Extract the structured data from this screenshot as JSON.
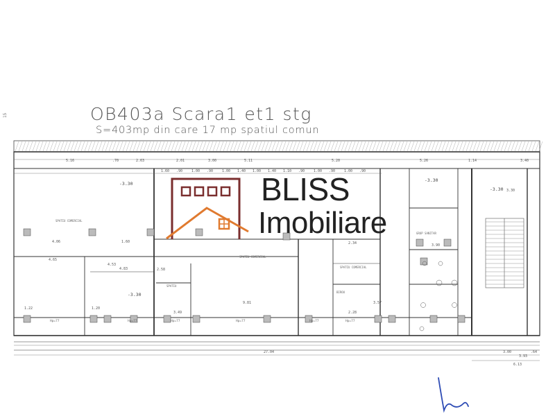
{
  "header": {
    "title": "OB403a  Scara1  et1  stg",
    "subtitle": "S=403mp  din  care  17  mp  spatiul  comun",
    "side_label": "15"
  },
  "logo": {
    "line1": "BLISS",
    "line2": "Imobiliare",
    "colors": {
      "text": "#222222",
      "house": "#7a2e2e",
      "roof": "#e07a2f"
    }
  },
  "plan": {
    "top_dims": [
      "5.16",
      ".70",
      "2.63",
      "2.01",
      "3.00",
      "5.11",
      "5.20",
      "5.26",
      "1.14",
      "3.40"
    ],
    "row_dims": [
      "1.60",
      ".90",
      "1.00",
      ".90",
      "1.00",
      "1.40",
      "1.00",
      "1.40",
      "1.10",
      ".90",
      "1.00",
      ".90",
      "1.00",
      ".90"
    ],
    "inner_dims": [
      "4.06",
      "1.60",
      "3.30",
      "4.65",
      "4.53",
      "4.83",
      "9.81",
      "2.34",
      "3.90",
      "3.57",
      "2.28",
      "3.49",
      "1.20",
      "2.58",
      "1.22"
    ],
    "bottom_dims": [
      "27.04",
      "3.00",
      "3.93",
      "6.13",
      ".64"
    ],
    "levels": [
      "-3.30",
      "-3.30",
      "-3.30",
      "-3.30"
    ],
    "hp_labels": [
      "Hp=77",
      "Hp=77",
      "Hp=77",
      "Hp=77",
      "Hp=77",
      "Hp=77"
    ],
    "rooms": [
      "SPATIU COMERCIAL",
      "SPATIU COMERCIAL",
      "SPATIU COMERCIAL",
      "SPATIU",
      "GRUP SANITAR",
      "BIROU"
    ]
  }
}
